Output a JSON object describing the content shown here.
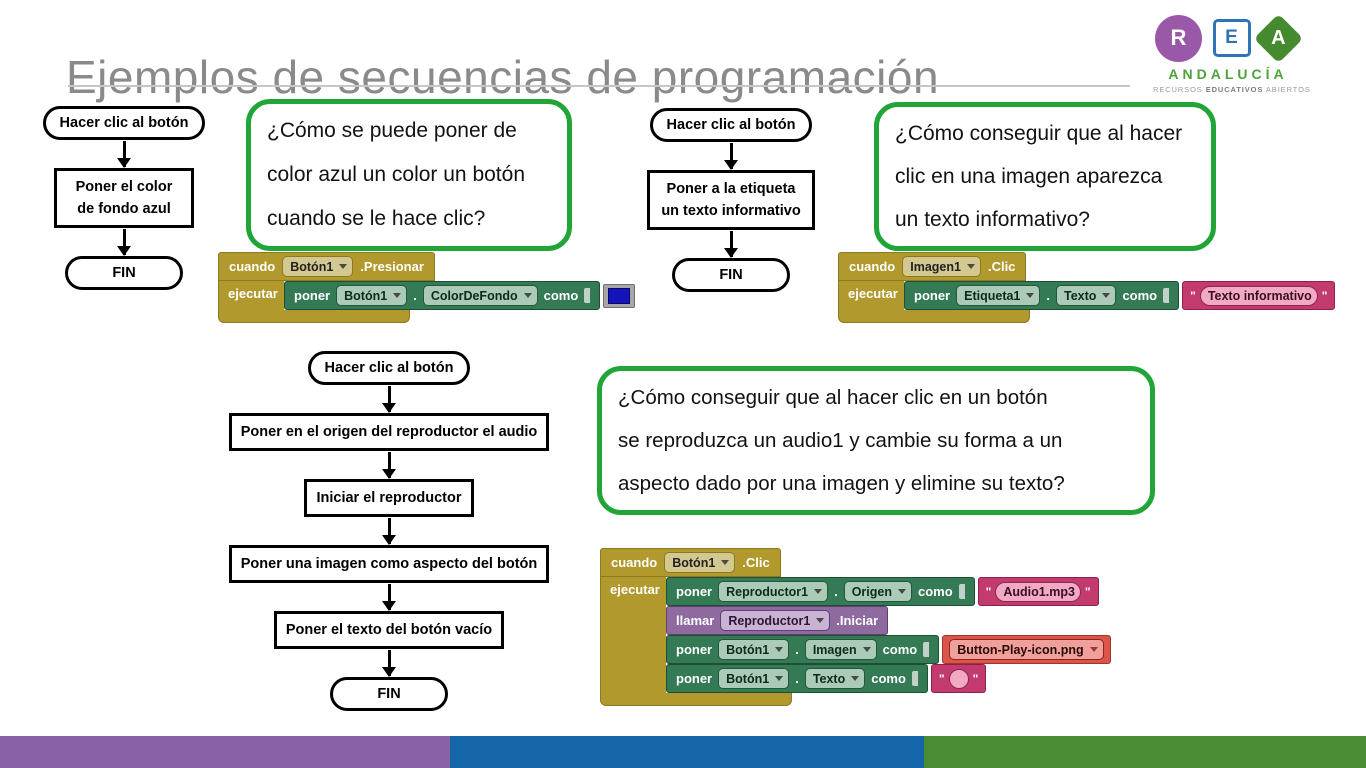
{
  "header": {
    "title": "Ejemplos de secuencias de programación",
    "logo": {
      "letter_r": "R",
      "letter_e": "E",
      "letter_a": "A",
      "brand": "ANDALUCÍA",
      "tagline_pre": "RECURSOS ",
      "tagline_strong": "EDUCATIVOS",
      "tagline_post": " ABIERTOS"
    }
  },
  "flowcharts": [
    {
      "name": "flowchart-boton-azul",
      "nodes": [
        {
          "type": "terminal",
          "label": "Hacer clic al botón"
        },
        {
          "type": "process",
          "label": "Poner el color de fondo azul"
        },
        {
          "type": "terminal",
          "label": "FIN"
        }
      ]
    },
    {
      "name": "flowchart-etiqueta",
      "nodes": [
        {
          "type": "terminal",
          "label": "Hacer clic al botón"
        },
        {
          "type": "process",
          "label": "Poner a la etiqueta un texto informativo"
        },
        {
          "type": "terminal",
          "label": "FIN"
        }
      ]
    },
    {
      "name": "flowchart-reproductor",
      "nodes": [
        {
          "type": "terminal",
          "label": "Hacer clic al botón"
        },
        {
          "type": "process",
          "label": "Poner en el origen del reproductor el audio"
        },
        {
          "type": "process",
          "label": "Iniciar el reproductor"
        },
        {
          "type": "process",
          "label": "Poner una imagen como aspecto del botón"
        },
        {
          "type": "process",
          "label": "Poner el texto del botón vacío"
        },
        {
          "type": "terminal",
          "label": "FIN"
        }
      ]
    }
  ],
  "bubbles": [
    {
      "lines": [
        "¿Cómo se puede poner de",
        "color azul un color un botón",
        "cuando se le hace clic?"
      ]
    },
    {
      "lines": [
        "¿Cómo conseguir que al hacer",
        "clic en una imagen aparezca",
        "un texto informativo?"
      ]
    },
    {
      "lines": [
        "¿Cómo conseguir que al hacer clic en un botón",
        "se reproduzca un audio1 y cambie su forma a un",
        "aspecto dado por una imagen y elimine su texto?"
      ]
    }
  ],
  "block_ui": {
    "when": "cuando",
    "do": "ejecutar",
    "set": "poner",
    "as": "como",
    "call": "llamar",
    "dot": ".",
    "quote_open": "\"",
    "quote_close": "\""
  },
  "block_programs": [
    {
      "event_component": "Botón1",
      "event_name": ".Presionar",
      "statements": [
        {
          "type": "set",
          "component": "Botón1",
          "property": "ColorDeFondo",
          "value": {
            "type": "color",
            "color": "#1414b8"
          }
        }
      ]
    },
    {
      "event_component": "Imagen1",
      "event_name": ".Clic",
      "statements": [
        {
          "type": "set",
          "component": "Etiqueta1",
          "property": "Texto",
          "value": {
            "type": "string",
            "text": "Texto informativo"
          }
        }
      ]
    },
    {
      "event_component": "Botón1",
      "event_name": ".Clic",
      "statements": [
        {
          "type": "set",
          "component": "Reproductor1",
          "property": "Origen",
          "value": {
            "type": "string",
            "text": "Audio1.mp3"
          }
        },
        {
          "type": "call",
          "component": "Reproductor1",
          "method": ".Iniciar"
        },
        {
          "type": "set",
          "component": "Botón1",
          "property": "Imagen",
          "value": {
            "type": "asset",
            "text": "Button-Play-icon.png"
          }
        },
        {
          "type": "set",
          "component": "Botón1",
          "property": "Texto",
          "value": {
            "type": "string",
            "text": ""
          }
        }
      ]
    }
  ],
  "footer": {
    "segments": [
      {
        "name": "purple",
        "color": "#8961a5"
      },
      {
        "name": "blue",
        "color": "#1566a8"
      },
      {
        "name": "green",
        "color": "#4a8c33"
      }
    ]
  },
  "colors": {
    "bubble_border": "#21a538",
    "block_gold": "#b2992e",
    "block_green": "#337a55",
    "block_purple": "#8e6a9f",
    "block_pink": "#c33a6e",
    "block_red": "#dc5449",
    "swatch_blue": "#1414b8",
    "title_gray": "#8a8a8a"
  }
}
